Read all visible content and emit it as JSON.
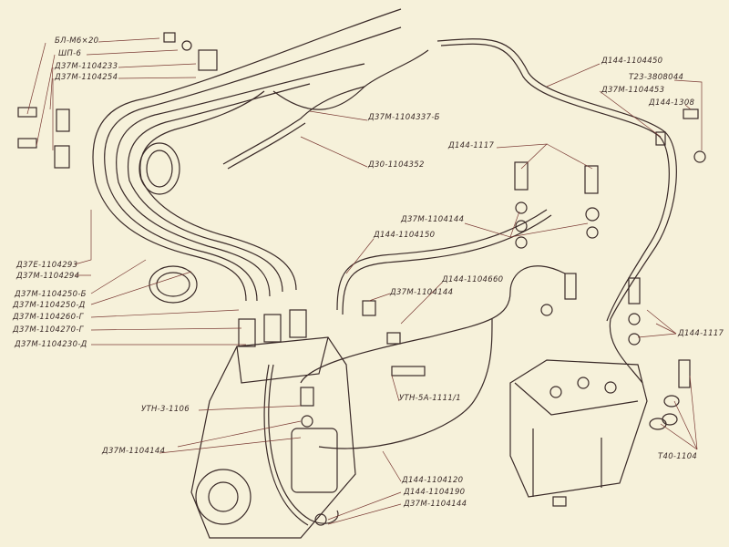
{
  "diagram": {
    "labels": {
      "bolt_top": "БЛ-М6×20",
      "washer_top": "ШП-6",
      "clamp_1104233": "Д37М-1104233",
      "clamp_1104254": "Д37М-1104254",
      "pipe_1104337": "Д37М-1104337-Б",
      "pipe_1104352": "Д30-1104352",
      "pipe_1104450": "Д144-1104450",
      "t23": "Т23-3808044",
      "d37m_1104453": "Д37М-1104453",
      "d144_1308": "Д144-1308",
      "bolt_1117_top": "Д144-1117",
      "washer_1104144_a": "Д37М-1104144",
      "pipe_1104150": "Д144-1104150",
      "pipe_1104660": "Д144-1104660",
      "washer_1104144_b": "Д37М-1104144",
      "d37e_1104293": "Д37Е-1104293",
      "d37m_1104294": "Д37М-1104294",
      "pipe_1104250_b": "Д37М-1104250-Б",
      "pipe_1104250_d": "Д37М-1104250-Д",
      "pipe_1104260_g": "Д37М-1104260-Г",
      "pipe_1104270_g": "Д37М-1104270-Г",
      "pipe_1104230_d": "Д37М-1104230-Д",
      "bolt_1117_right": "Д144-1117",
      "utn_3_1106": "УТН-3-1106",
      "utn_5a_1111": "УТН-5А-1111/1",
      "washer_1104144_c": "Д37М-1104144",
      "pipe_1104120": "Д144-1104120",
      "pipe_1104190": "Д144-1104190",
      "washer_1104144_d": "Д37М-1104144",
      "t40_1104": "Т40-1104"
    }
  }
}
